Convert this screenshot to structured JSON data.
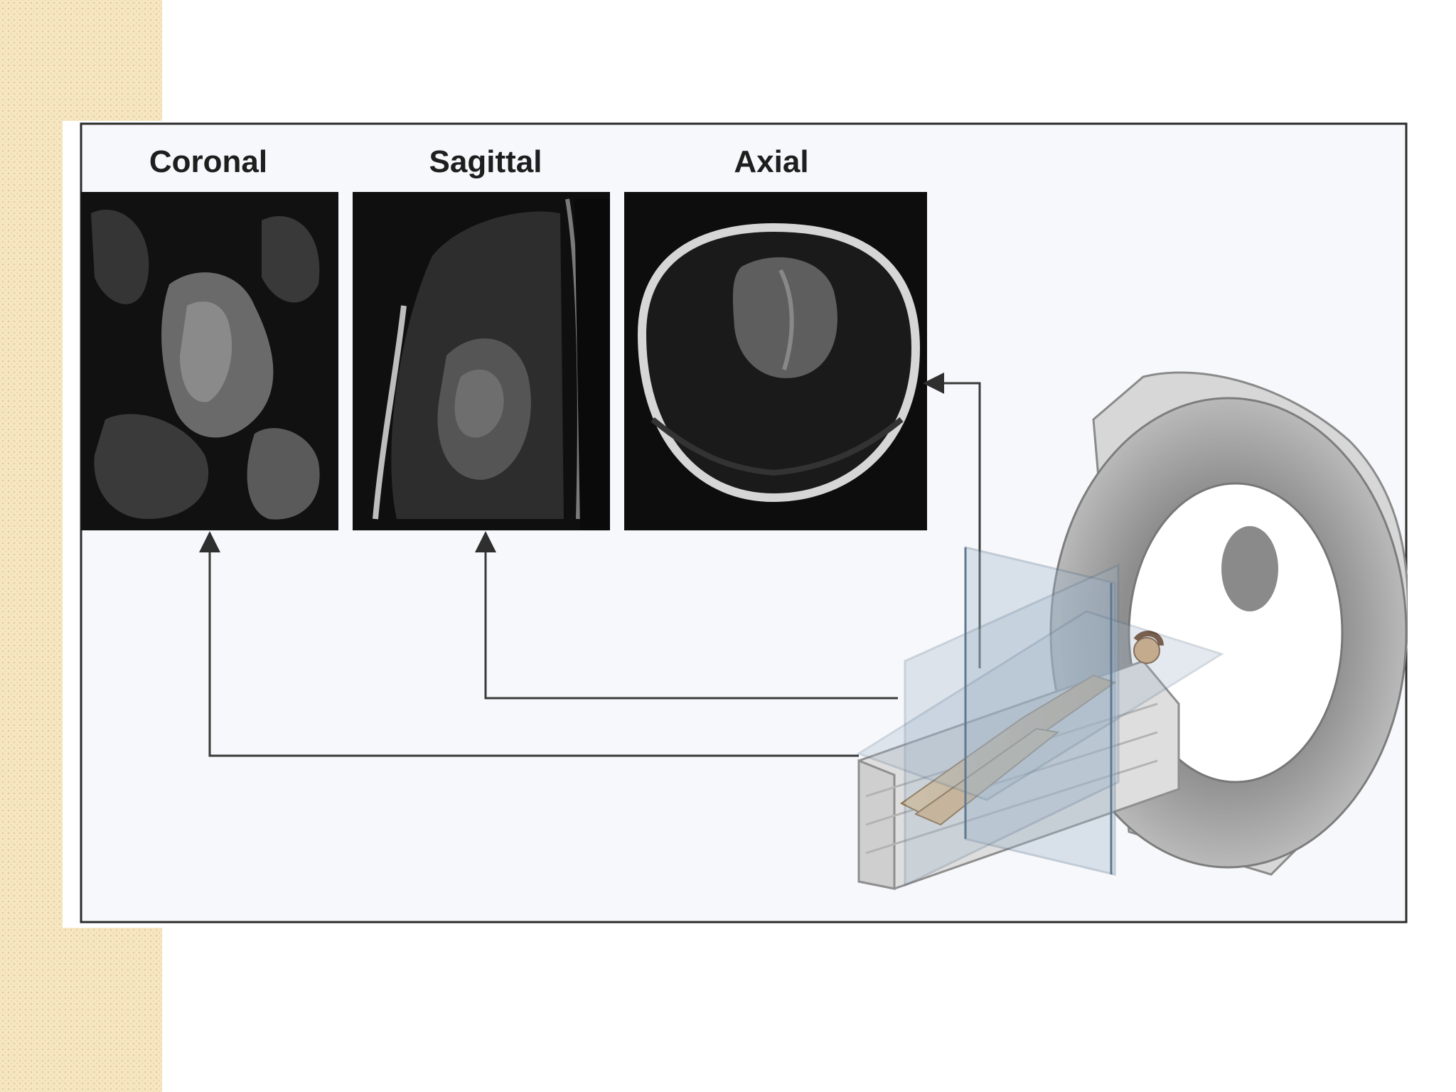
{
  "diagram": {
    "labels": {
      "coronal": "Coronal",
      "sagittal": "Sagittal",
      "axial": "Axial"
    },
    "images": {
      "coronal": "coronal MRI heart slice",
      "sagittal": "sagittal MRI heart slice",
      "axial": "axial MRI heart slice"
    },
    "colors": {
      "frame": "#2b2b2b",
      "panel_bg": "#f7f8fb",
      "mri_bg": "#0b0b0b",
      "plane": "#9fb4c8",
      "scanner": "#a9a9a9",
      "arrow": "#3a3a3a"
    }
  }
}
